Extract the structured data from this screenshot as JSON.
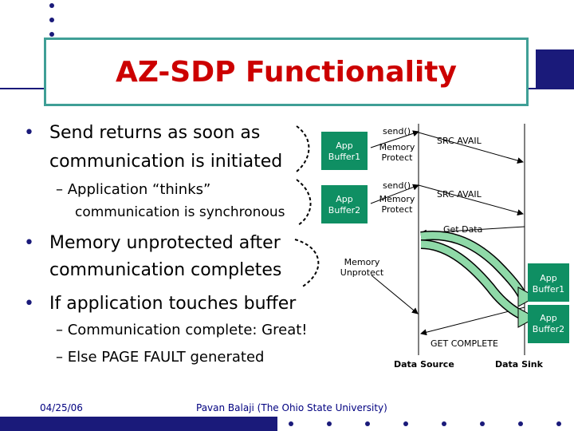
{
  "slide": {
    "title": "AZ-SDP Functionality",
    "bullets": [
      {
        "text": "Send returns as soon as"
      },
      {
        "text": "communication is initiated"
      }
    ],
    "sub_bullets_1": [
      {
        "text": "– Application “thinks”"
      },
      {
        "text": "communication is synchronous"
      }
    ],
    "bullet2": [
      {
        "text": "Memory unprotected after"
      },
      {
        "text": "communication completes"
      }
    ],
    "bullet3": {
      "text": "If application touches buffer"
    },
    "sub_bullets_3": [
      {
        "text": "– Communication complete: Great!"
      },
      {
        "text": "– Else PAGE FAULT generated"
      }
    ],
    "bullet_markers": [
      "•",
      "•",
      "•"
    ]
  },
  "diagram": {
    "app_buffer1_label": "App\nBuffer1",
    "app_buffer2_label": "App\nBuffer2",
    "send1": "send()",
    "memory_protect1": "Memory\nProtect",
    "send2": "send()",
    "memory_protect2": "Memory\nProtect",
    "src_avail1": "SRC AVAIL",
    "src_avail2": "SRC AVAIL",
    "get_data": "Get Data",
    "memory_unprotect": "Memory\nUnprotect",
    "right_app_buffer1": "App\nBuffer1",
    "right_app_buffer2": "App\nBuffer2",
    "get_complete": "GET COMPLETE",
    "data_source": "Data Source",
    "data_sink": "Data Sink"
  },
  "footer": {
    "date": "04/25/06",
    "author": "Pavan Balaji (The Ohio State University)"
  },
  "colors": {
    "title_red": "#cc0000",
    "title_border": "#3f9f96",
    "dark_blue": "#1a1a7a",
    "box_green": "#0f8f63",
    "arrow_green": "#8fd9a8",
    "footer_blue": "#000080"
  }
}
